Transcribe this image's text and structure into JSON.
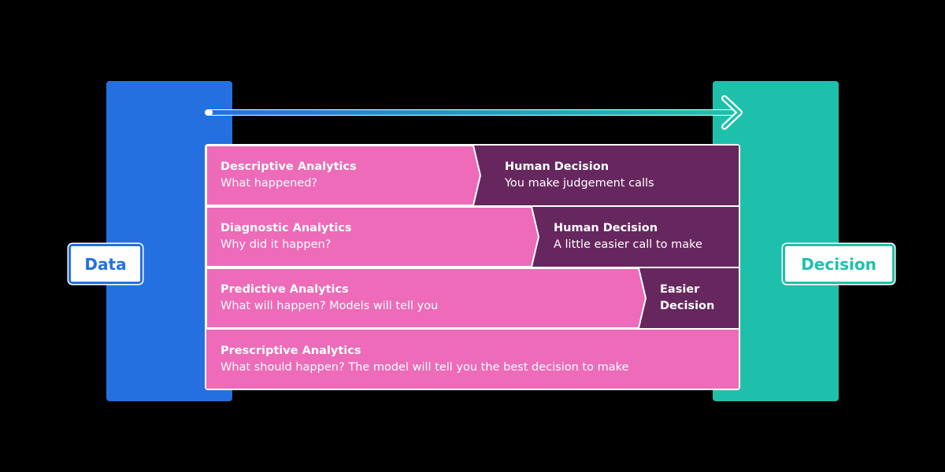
{
  "colors": {
    "data_blue": "#2470E0",
    "decision_teal": "#1FC0AB",
    "analytics_pink": "#ED6BB8",
    "decision_purple": "#66275E",
    "background": "#000000"
  },
  "endpoints": {
    "start": "Data",
    "end": "Decision"
  },
  "arrow": {
    "direction": "left-to-right",
    "from": "Data",
    "to": "Decision"
  },
  "rows": [
    {
      "analytics_title": "Descriptive Analytics",
      "analytics_subtitle": "What happened?",
      "decision_title": "Human Decision",
      "decision_subtitle": "You make judgement calls"
    },
    {
      "analytics_title": "Diagnostic Analytics",
      "analytics_subtitle": "Why did it happen?",
      "decision_title": "Human Decision",
      "decision_subtitle": "A little easier call to make"
    },
    {
      "analytics_title": "Predictive Analytics",
      "analytics_subtitle": "What will happen? Models will tell you",
      "decision_title_line1": "Easier",
      "decision_title_line2": "Decision"
    },
    {
      "analytics_title": "Prescriptive Analytics",
      "analytics_subtitle": "What should happen? The model will tell you the best decision to make"
    }
  ]
}
